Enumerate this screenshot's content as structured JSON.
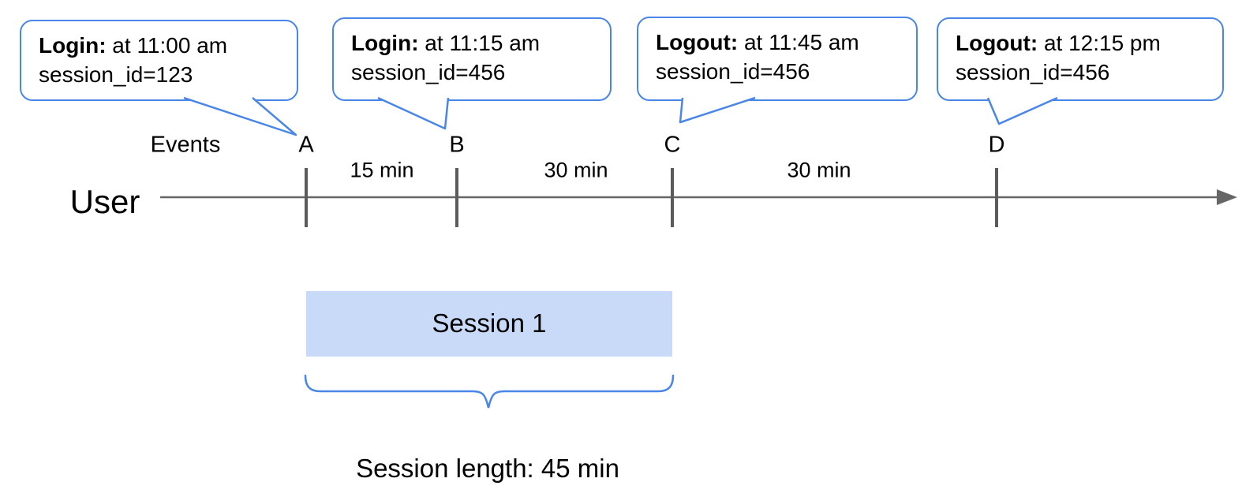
{
  "callouts": [
    {
      "event": "A",
      "bold": "Login:",
      "rest": " at 11:00 am",
      "line2": "session_id=123"
    },
    {
      "event": "B",
      "bold": "Login:",
      "rest": " at 11:15 am",
      "line2": "session_id=456"
    },
    {
      "event": "C",
      "bold": "Logout:",
      "rest": " at 11:45 am",
      "line2": "session_id=456"
    },
    {
      "event": "D",
      "bold": "Logout:",
      "rest": " at 12:15 pm",
      "line2": "session_id=456"
    }
  ],
  "timeline": {
    "axis_label": "User",
    "events_label": "Events",
    "ticks": [
      "A",
      "B",
      "C",
      "D"
    ],
    "intervals": [
      "15 min",
      "30 min",
      "30 min"
    ]
  },
  "session": {
    "label": "Session 1",
    "length_label": "Session length: 45 min"
  },
  "colors": {
    "accent_blue": "#4a86e8",
    "session_fill": "#c9daf8",
    "axis_gray": "#666666",
    "tick_gray": "#5b5b5b"
  }
}
